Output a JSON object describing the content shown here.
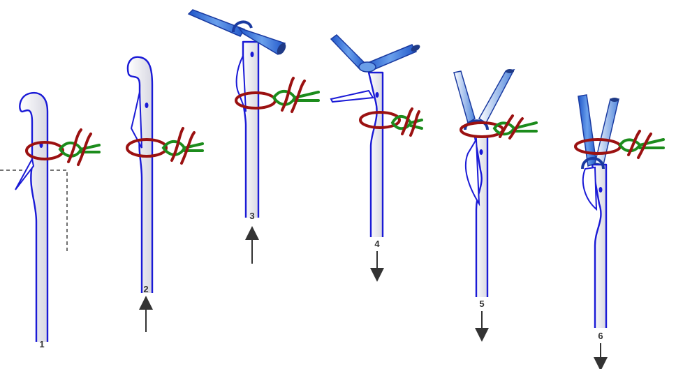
{
  "steps": [
    {
      "label": "1",
      "arrow": "none"
    },
    {
      "label": "2",
      "arrow": "up"
    },
    {
      "label": "3",
      "arrow": "up"
    },
    {
      "label": "4",
      "arrow": "down"
    },
    {
      "label": "5",
      "arrow": "down"
    },
    {
      "label": "6",
      "arrow": "down"
    }
  ],
  "colors": {
    "needle": "#1a1ad6",
    "loop_red": "#9b1111",
    "loop_green": "#1c8c1c",
    "thread_blue": "#3f7fd9",
    "arrow": "#333333",
    "guide_line": "#222222"
  }
}
